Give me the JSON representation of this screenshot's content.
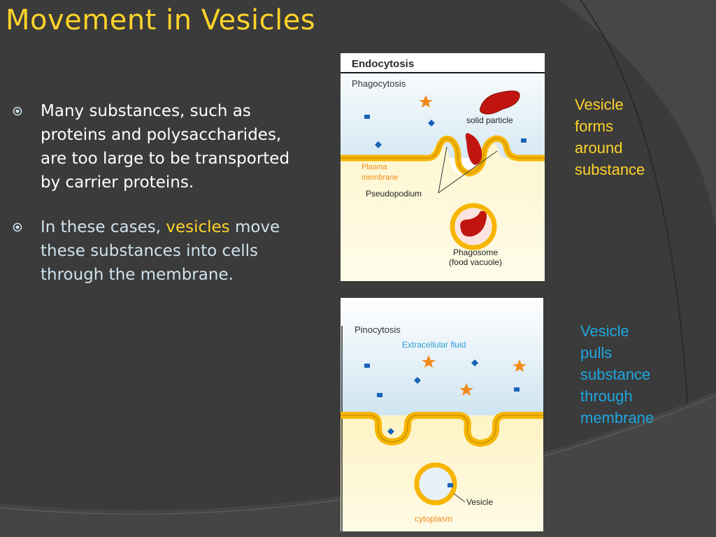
{
  "slide": {
    "title": "Movement in Vesicles",
    "bullets": {
      "first": "Many substances, such as proteins and polysaccharides, are too large to be transported by carrier proteins.",
      "second_prefix": " In these cases, ",
      "second_highlight": "vesicles",
      "second_suffix": " move these substances into cells through the membrane."
    }
  },
  "phagocytosis_panel": {
    "header": "Endocytosis",
    "subtitle": "Phagocytosis",
    "labels": {
      "solid_particle": "solid particle",
      "plasma_membrane_1": "Plasma",
      "plasma_membrane_2": "membrane",
      "pseudopodium": "Pseudopodium",
      "phagosome_1": "Phagosome",
      "phagosome_2": "(food vacuole)"
    }
  },
  "pinocytosis_panel": {
    "subtitle": "Pinocytosis",
    "labels": {
      "extracellular_fluid": "Extracellular fluid",
      "vesicle": "Vesicle",
      "cytoplasm": "cytoplasm"
    }
  },
  "side_labels": {
    "top": "Vesicle\nforms\naround\nsubstance",
    "bottom": "Vesicle\npulls\nsubstance\nthrough\nmembrane"
  },
  "colors": {
    "title": "#ffd32a",
    "highlight": "#ffd32a",
    "side_top": "#ffd32a",
    "side_bottom": "#1ea7e0",
    "membrane": "#f7b500",
    "particle": "#c0150f",
    "molecule": "#1a64b8",
    "star": "#f08a1a"
  }
}
